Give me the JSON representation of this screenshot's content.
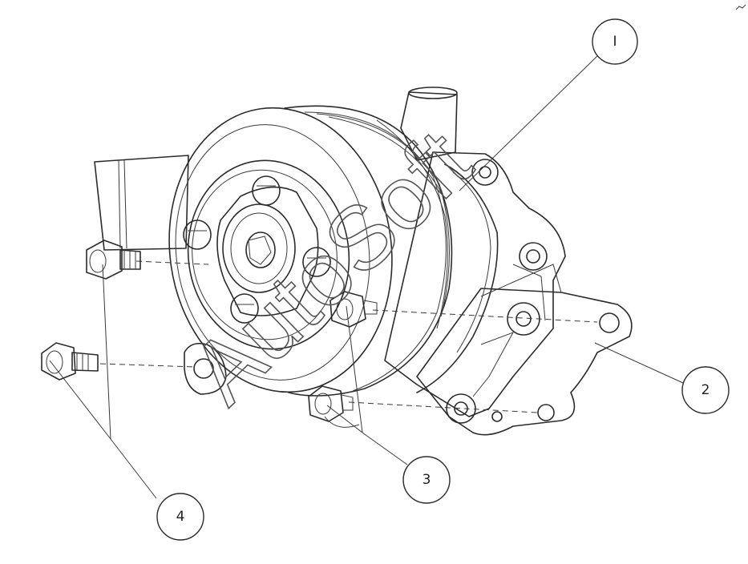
{
  "callouts": [
    {
      "id": "1",
      "label": "I"
    },
    {
      "id": "2",
      "label": "2"
    },
    {
      "id": "3",
      "label": "3"
    },
    {
      "id": "4",
      "label": "4"
    }
  ],
  "watermark": "AutoSoft",
  "colors": {
    "line": "#2b2b2b",
    "background": "#ffffff"
  }
}
